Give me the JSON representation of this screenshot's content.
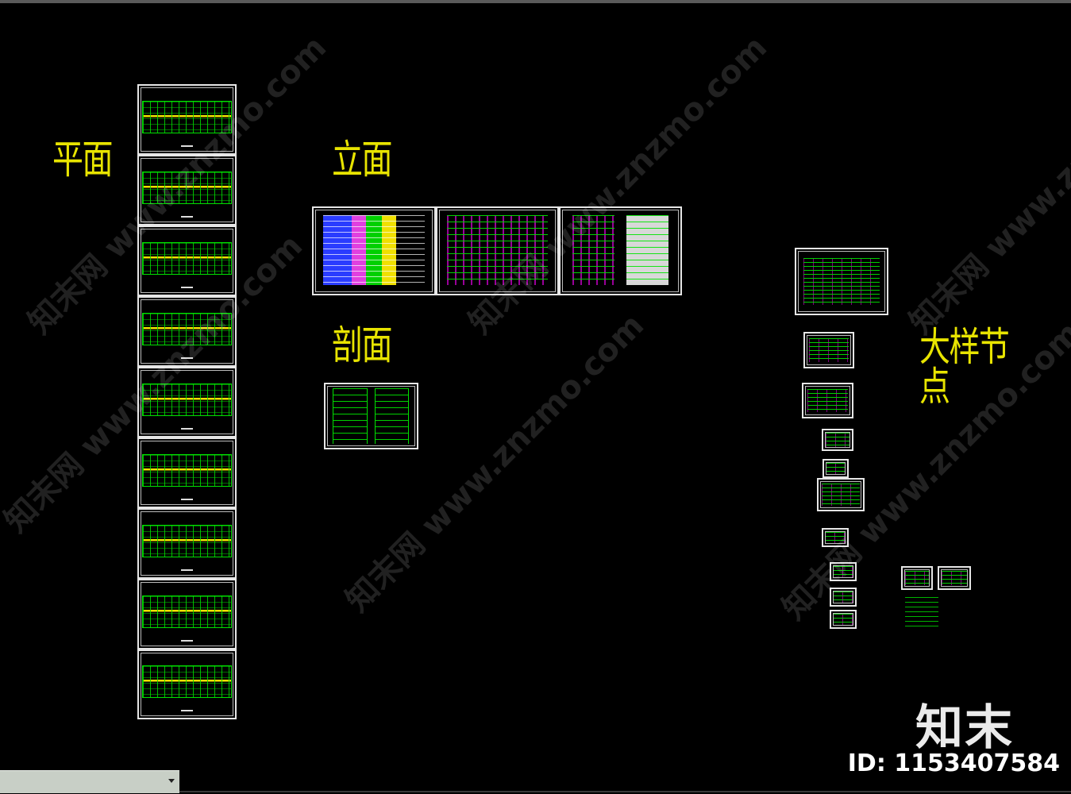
{
  "labels": {
    "plan": "平面",
    "elevation": "立面",
    "section": "剖面",
    "details": "大样节点"
  },
  "watermark": {
    "text": "知末网 www.znzmo.com"
  },
  "brand": {
    "logo_text": "知末",
    "id_text": "ID: 1153407584"
  },
  "colors": {
    "background": "#000000",
    "label": "#e8e400",
    "line_green": "#00e000",
    "line_magenta": "#ff00ff",
    "sheet_border": "#e6e6e6"
  },
  "sheet_groups": {
    "plan_sheets": 9,
    "elevation_sheets": 3,
    "section_sheets": 1,
    "detail_sheets": 13
  }
}
